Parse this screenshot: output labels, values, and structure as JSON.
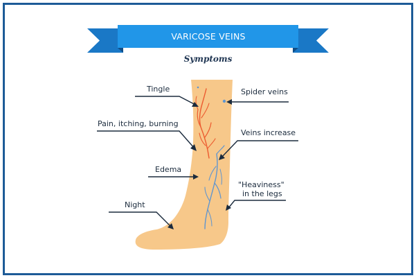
{
  "title": "VARICOSE VEINS",
  "subtitle": "Symptoms",
  "colors": {
    "border": "#1d5b97",
    "banner": "#2196e8",
    "banner_tail": "#1a78c6",
    "skin": "#f7c88a",
    "red_vein": "#ec5a2f",
    "blue_vein": "#5f95cf",
    "leader": "#1b2b3d"
  },
  "labels": {
    "tingle": "Tingle",
    "pain": "Pain, itching, burning",
    "edema": "Edema",
    "night": "Night",
    "spider_veins": "Spider veins",
    "veins_increase": "Veins increase",
    "heaviness_line1": "\"Heaviness\"",
    "heaviness_line2": "in the legs"
  }
}
